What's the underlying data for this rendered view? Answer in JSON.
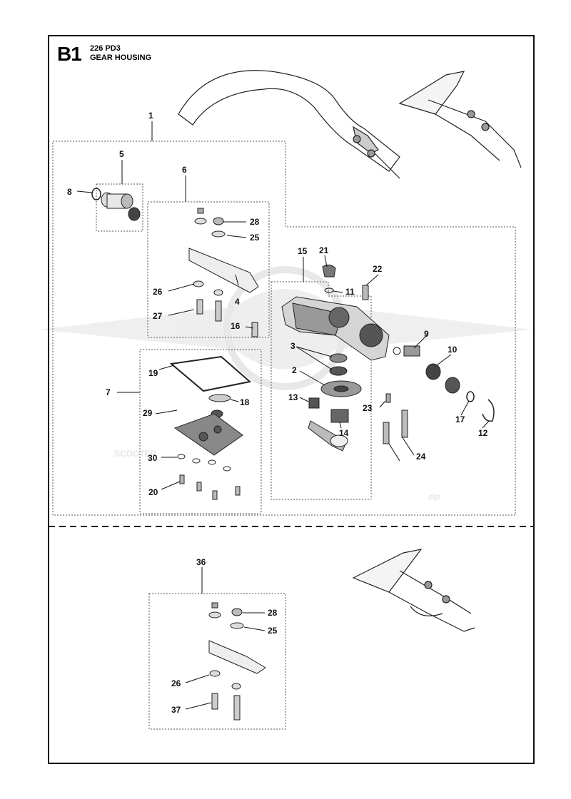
{
  "header": {
    "section_code": "B1",
    "model": "226 PD3",
    "title": "GEAR HOUSING"
  },
  "watermark": {
    "brand_main": "SCOOTER",
    "brand_script": "zip"
  },
  "callouts": {
    "c1": "1",
    "c2": "2",
    "c3": "3",
    "c4": "4",
    "c5": "5",
    "c6": "6",
    "c7": "7",
    "c8": "8",
    "c9": "9",
    "c10": "10",
    "c11": "11",
    "c12": "12",
    "c13": "13",
    "c14": "14",
    "c15": "15",
    "c16": "16",
    "c17": "17",
    "c18": "18",
    "c19": "19",
    "c20": "20",
    "c21": "21",
    "c22": "22",
    "c23": "23",
    "c24": "24",
    "c25": "25",
    "c26": "26",
    "c27": "27",
    "c28": "28",
    "c29": "29",
    "c30": "30",
    "b36": "36",
    "b28": "28",
    "b25": "25",
    "b26": "26",
    "b37": "37"
  },
  "colors": {
    "line": "#111111",
    "watermark": "#e2e2e2",
    "part_dark": "#333333"
  }
}
